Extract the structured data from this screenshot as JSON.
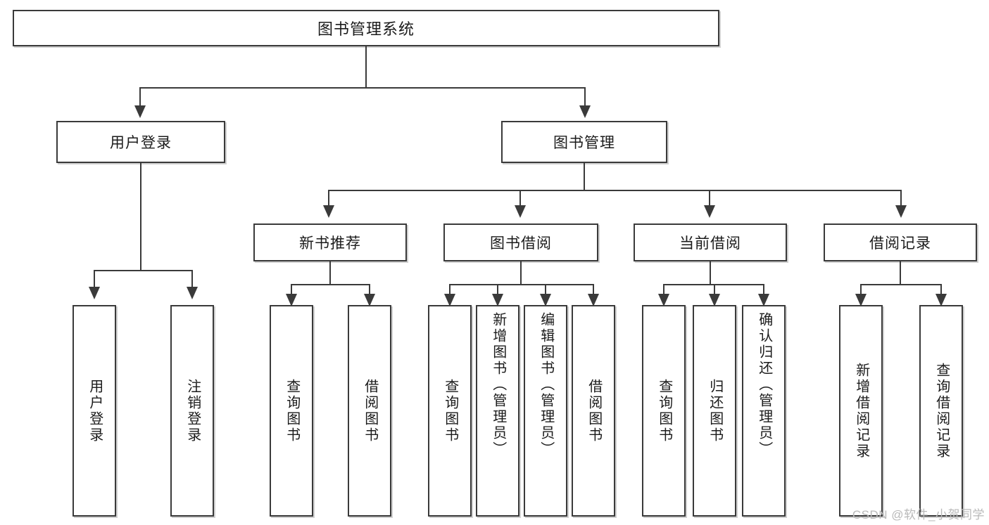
{
  "diagram": {
    "title": "图书管理系统",
    "type": "tree",
    "nodes": {
      "root": {
        "label": "图书管理系统"
      },
      "level2": [
        {
          "id": "user-login",
          "label": "用户登录"
        },
        {
          "id": "book-management",
          "label": "图书管理"
        }
      ],
      "level3": [
        {
          "id": "new-book-recommend",
          "label": "新书推荐"
        },
        {
          "id": "book-borrow",
          "label": "图书借阅"
        },
        {
          "id": "current-borrow",
          "label": "当前借阅"
        },
        {
          "id": "borrow-record",
          "label": "借阅记录"
        }
      ],
      "leaves": {
        "user_login": [
          {
            "id": "leaf-user-login",
            "label": "用户登录"
          },
          {
            "id": "leaf-logout-login",
            "label": "注销登录"
          }
        ],
        "new_book_recommend": [
          {
            "id": "leaf-query-book-1",
            "label": "查询图书"
          },
          {
            "id": "leaf-borrow-book-1",
            "label": "借阅图书"
          }
        ],
        "book_borrow": [
          {
            "id": "leaf-query-book-2",
            "label": "查询图书"
          },
          {
            "id": "leaf-add-book-admin",
            "label": "新增图书（管理员）"
          },
          {
            "id": "leaf-edit-book-admin",
            "label": "编辑图书（管理员）"
          },
          {
            "id": "leaf-borrow-book-2",
            "label": "借阅图书"
          }
        ],
        "current_borrow": [
          {
            "id": "leaf-query-book-3",
            "label": "查询图书"
          },
          {
            "id": "leaf-return-book",
            "label": "归还图书"
          },
          {
            "id": "leaf-confirm-return-admin",
            "label": "确认归还（管理员）"
          }
        ],
        "borrow_record": [
          {
            "id": "leaf-add-borrow-record",
            "label": "新增借阅记录"
          },
          {
            "id": "leaf-query-borrow-record",
            "label": "查询借阅记录"
          }
        ]
      }
    },
    "colors": {
      "stroke": "#3a3a3a",
      "text": "#1b1b1b",
      "background": "#ffffff",
      "watermark": "#b9b9b9"
    }
  },
  "watermark": {
    "text": "CSDN @软件_小贺同学"
  }
}
